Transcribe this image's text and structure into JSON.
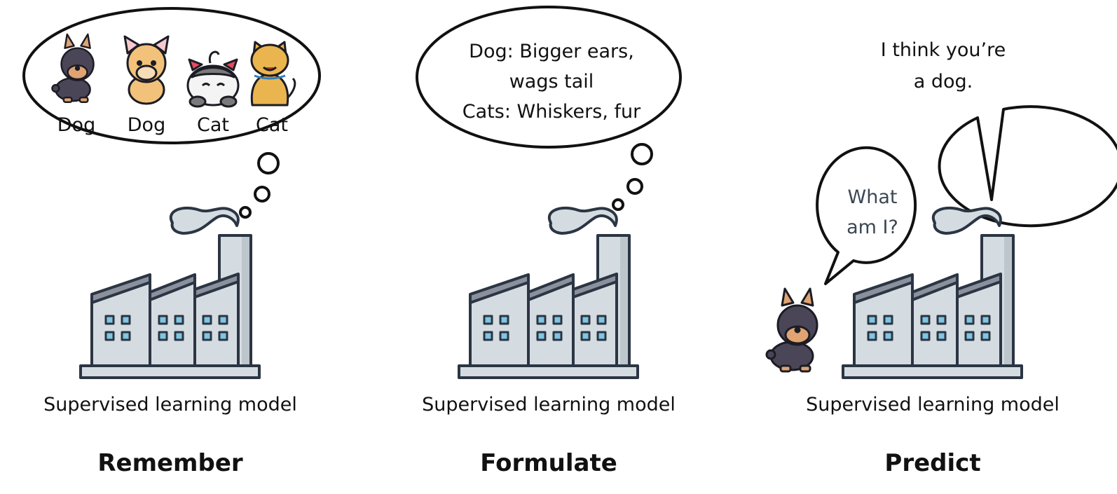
{
  "panels": [
    {
      "title": "Remember",
      "model_label": "Supervised learning model",
      "thought": {
        "items": [
          {
            "label": "Dog",
            "icon": "doberman-dog-icon"
          },
          {
            "label": "Dog",
            "icon": "chihuahua-dog-icon"
          },
          {
            "label": "Cat",
            "icon": "lying-cat-icon"
          },
          {
            "label": "Cat",
            "icon": "sitting-cat-icon"
          }
        ]
      }
    },
    {
      "title": "Formulate",
      "model_label": "Supervised learning model",
      "thought": {
        "lines": [
          "Dog: Bigger ears,",
          "wags tail",
          "Cats: Whiskers, fur"
        ]
      }
    },
    {
      "title": "Predict",
      "model_label": "Supervised learning model",
      "speech": {
        "lines": [
          "I think you’re",
          "a dog."
        ]
      },
      "question": {
        "lines": [
          "What",
          "am I?"
        ]
      }
    }
  ],
  "colors": {
    "outline": "#2b3543",
    "wall": "#d5dce1",
    "roof": "#8a909c",
    "window": "#7fc6e3",
    "dog_dark": "#4a4658",
    "dog_tan": "#e0a472",
    "dog_orange": "#f2c27a",
    "cat_orange": "#eab54e"
  }
}
